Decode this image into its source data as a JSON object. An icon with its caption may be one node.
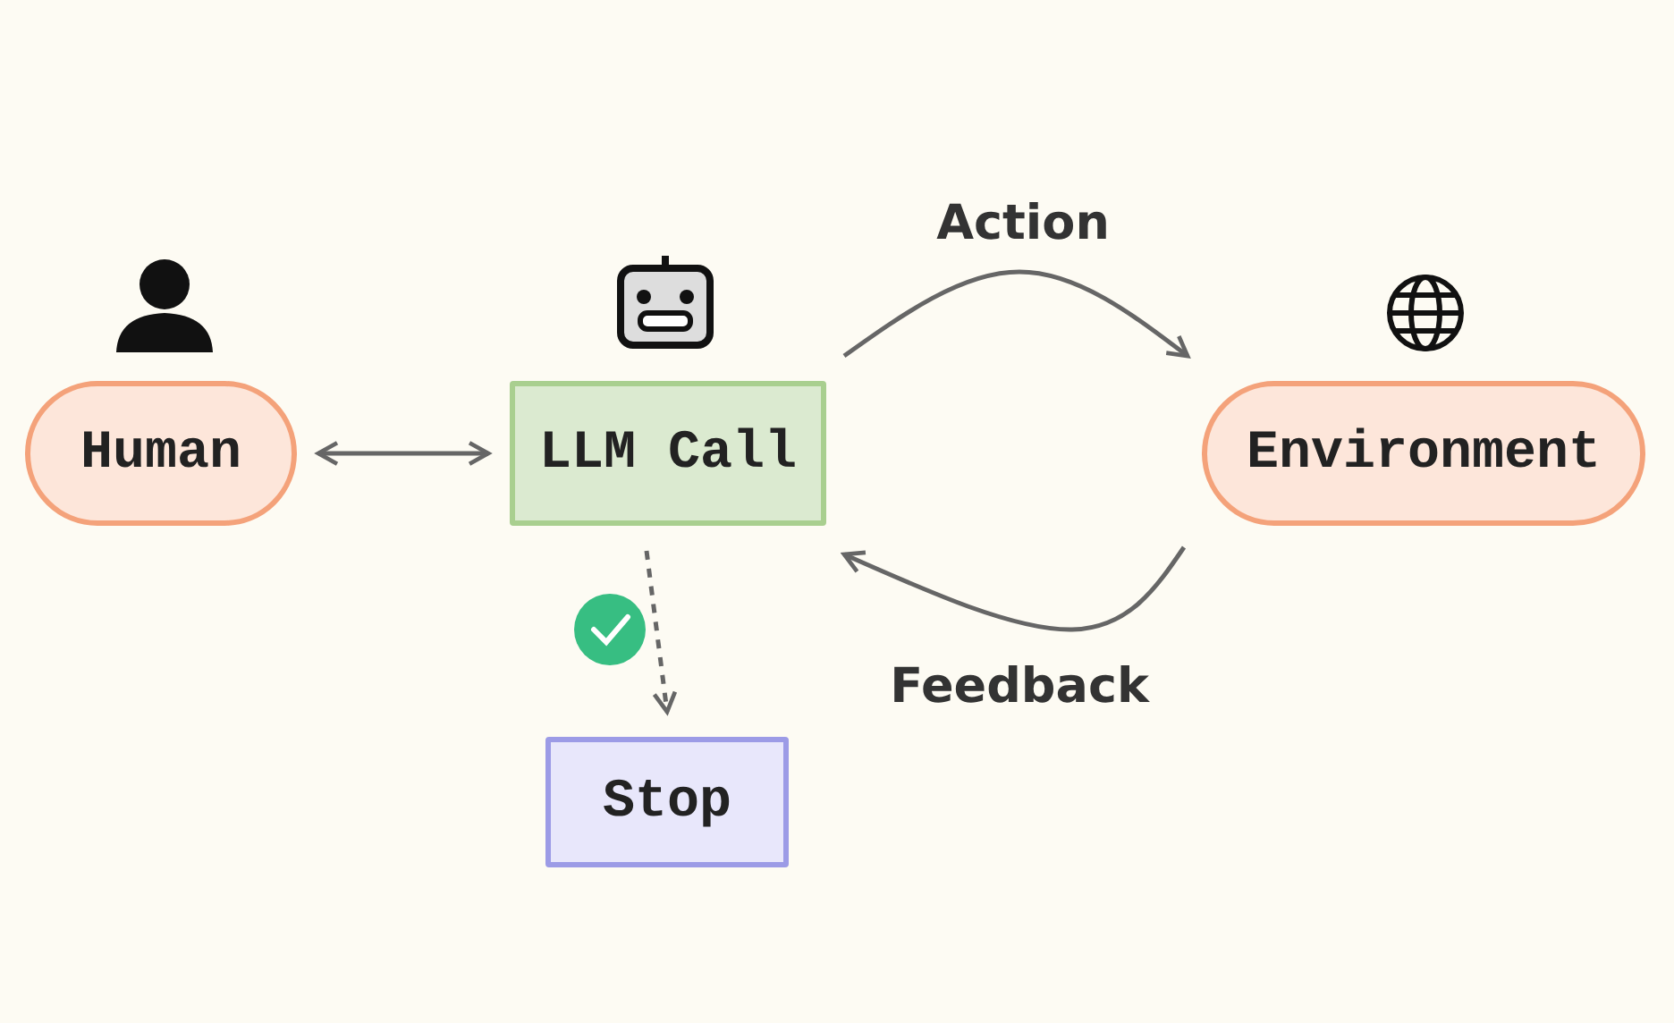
{
  "diagram": {
    "nodes": [
      {
        "text": [
          "Human"
        ]
      },
      {
        "text": [
          "LLM Call"
        ]
      },
      {
        "text": [
          "Environment"
        ]
      },
      {
        "text": [
          "Stop"
        ]
      }
    ],
    "edges": [
      {
        "from": 0,
        "to": 1,
        "arrow": "both"
      },
      {
        "from": 1,
        "to": 2,
        "arrow": "to",
        "label": "Action"
      },
      {
        "from": 2,
        "to": 1,
        "arrow": "to",
        "label": "Feedback"
      },
      {
        "from": 1,
        "to": 3,
        "arrow": "to",
        "style": "dashed"
      }
    ]
  }
}
